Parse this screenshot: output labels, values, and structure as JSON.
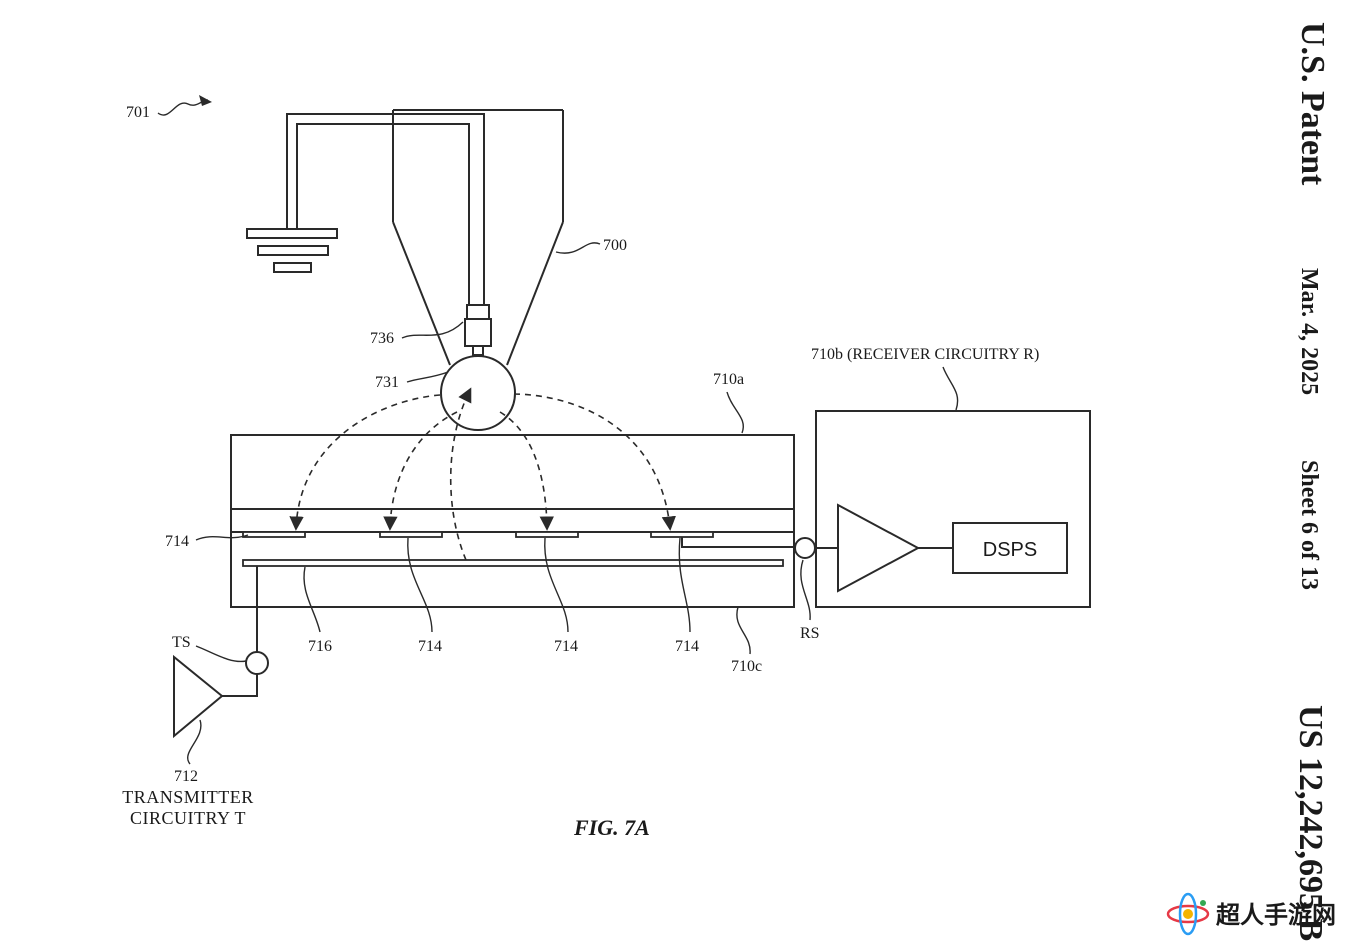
{
  "header": {
    "patent_label": "U.S. Patent",
    "date": "Mar. 4, 2025",
    "sheet": "Sheet 6 of 13",
    "patent_number": "US 12,242,695 B"
  },
  "figure": {
    "caption": "FIG. 7A",
    "labels": {
      "assembly": "701",
      "stylus": "700",
      "component_736": "736",
      "tip": "731",
      "layer_top": "710a",
      "receiver": "710b (RECEIVER CIRCUITRY R)",
      "dsps": "DSPS",
      "electrode_left": "714",
      "electrode_b": "714",
      "electrode_c": "714",
      "electrode_d": "714",
      "electrode_layer": "716",
      "layer_bottom": "710c",
      "rs": "RS",
      "ts": "TS",
      "transmitter_num": "712",
      "transmitter_line1": "TRANSMITTER",
      "transmitter_line2": "CIRCUITRY T"
    }
  },
  "watermark": {
    "text": "超人手游网",
    "colors": [
      "#e63946",
      "#2a9df4",
      "#f4b400",
      "#34a853"
    ]
  }
}
